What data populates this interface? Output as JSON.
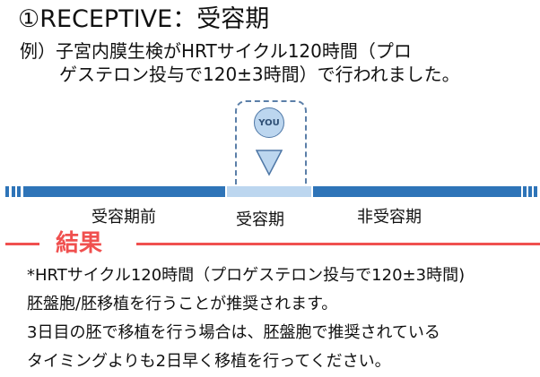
{
  "title": "①RECEPTIVE：受容期",
  "example": {
    "line1": "例）子宮内膜生検がHRTサイクル120時間（プロ",
    "line2": "ゲステロン投与で120±3時間）で行われました。"
  },
  "marker": {
    "label": "YOU",
    "icon": "down-triangle-icon"
  },
  "timeline": {
    "colors": {
      "dark": "#2e74b8",
      "light": "#bcd6ef"
    },
    "phases": [
      {
        "label": "受容期前"
      },
      {
        "label": "受容期"
      },
      {
        "label": "非受容期"
      }
    ]
  },
  "result": {
    "heading": "結果",
    "color": "#f0504f",
    "lines": [
      "*HRTサイクル120時間（プロゲステロン投与で120±3時間)",
      "胚盤胞/胚移植を行うことが推奨されます。",
      "3日目の胚で移植を行う場合は、胚盤胞で推奨されている",
      "タイミングよりも2日早く移植を行ってください。"
    ]
  }
}
